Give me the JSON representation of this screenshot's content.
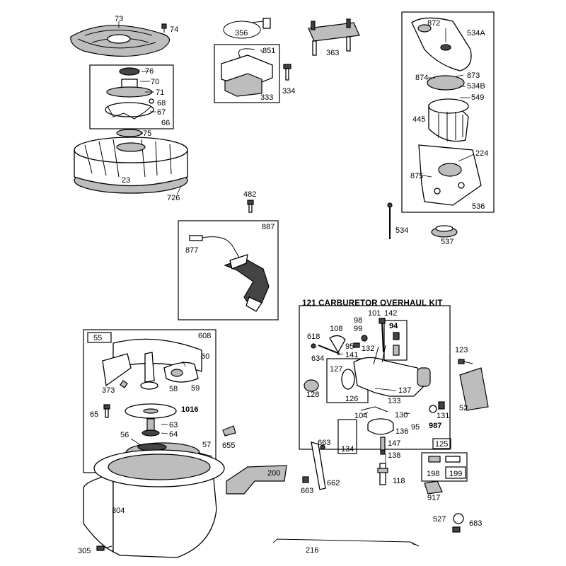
{
  "kit_title": "121 CARBURETOR OVERHAUL KIT",
  "labels": {
    "p73": "73",
    "p74": "74",
    "p356": "356",
    "p363": "363",
    "p872": "872",
    "p534A": "534A",
    "p851": "851",
    "p334": "334",
    "p333": "333",
    "p76": "76",
    "p70": "70",
    "p71": "71",
    "p68": "68",
    "p67": "67",
    "p66": "66",
    "p75": "75",
    "p874": "874",
    "p873": "873",
    "p534B": "534B",
    "p549": "549",
    "p445": "445",
    "p224": "224",
    "p875": "875",
    "p536": "536",
    "p23": "23",
    "p726": "726",
    "p482": "482",
    "p534": "534",
    "p537": "537",
    "p887": "887",
    "p877": "877",
    "p101": "101",
    "p142": "142",
    "p98": "98",
    "p99": "99",
    "p94": "94",
    "p108": "108",
    "p618": "618",
    "p95a": "95",
    "p132": "132",
    "p141": "141",
    "p634": "634",
    "p123": "123",
    "p127": "127",
    "p137": "137",
    "p128": "128",
    "p126": "126",
    "p133": "133",
    "p104": "104",
    "p130": "130",
    "p131": "131",
    "p987": "987",
    "p95b": "95",
    "p52": "52",
    "p136": "136",
    "p663a": "663",
    "p147": "147",
    "p134": "134",
    "p125": "125",
    "p138": "138",
    "p198": "198",
    "p199": "199",
    "p118": "118",
    "p662": "662",
    "p663b": "663",
    "p917": "917",
    "p55": "55",
    "p608": "608",
    "p60": "60",
    "p373": "373",
    "p58": "58",
    "p59": "59",
    "p65": "65",
    "p1016": "1016",
    "p63": "63",
    "p64": "64",
    "p56": "56",
    "p57": "57",
    "p655": "655",
    "p200": "200",
    "p304": "304",
    "p305": "305",
    "p216": "216",
    "p527": "527",
    "p683": "683"
  }
}
